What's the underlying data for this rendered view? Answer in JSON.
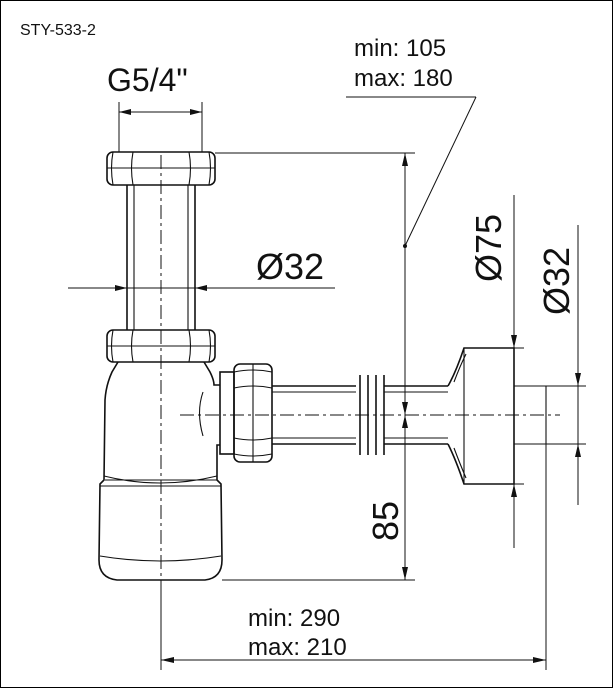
{
  "drawing": {
    "code": "STY-533-2",
    "length_range": {
      "min": "min: 105",
      "max": "max: 180"
    },
    "thread": "G5/4\"",
    "pipe_diameter": "Ø32",
    "rosette_diameter": "Ø75",
    "outlet_diameter": "Ø32",
    "outlet_height": "85",
    "depth_range": {
      "min": "min:  290",
      "max": "max: 210"
    }
  }
}
